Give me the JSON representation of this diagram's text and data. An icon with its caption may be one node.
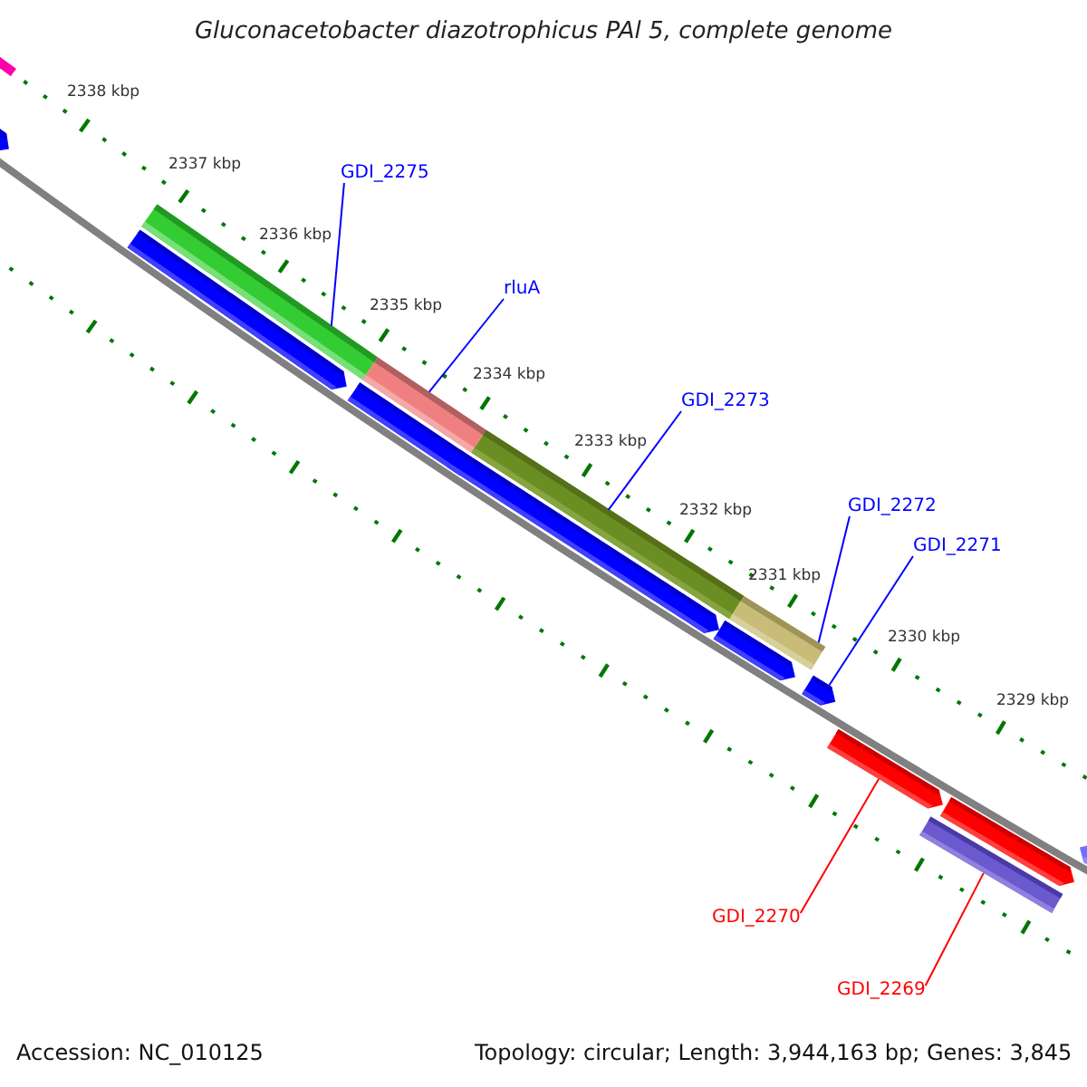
{
  "diagram": {
    "title": "Gluconacetobacter diazotrophicus PAl 5, complete genome",
    "nodes": [
      {
        "text": [
          "GDI_2275"
        ]
      },
      {
        "text": [
          "rluA"
        ]
      },
      {
        "text": [
          "GDI_2273"
        ]
      },
      {
        "text": [
          "GDI_2272"
        ]
      },
      {
        "text": [
          "GDI_2271"
        ]
      },
      {
        "text": [
          "GDI_2270"
        ]
      },
      {
        "text": [
          "GDI_2269"
        ]
      },
      {
        "text": [],
        "shape": "bar"
      },
      {
        "text": [],
        "shape": "bar"
      },
      {
        "text": [],
        "shape": "bar"
      },
      {
        "text": [],
        "shape": "bar"
      },
      {
        "text": [],
        "shape": "bar"
      },
      {
        "text": [],
        "shape": "bar"
      },
      {
        "text": [],
        "shape": "bar"
      }
    ],
    "edges": [
      {
        "from": 0,
        "to": 7,
        "arrow": "none"
      },
      {
        "from": 1,
        "to": 8,
        "arrow": "none"
      },
      {
        "from": 2,
        "to": 9,
        "arrow": "none"
      },
      {
        "from": 3,
        "to": 10,
        "arrow": "none"
      },
      {
        "from": 4,
        "to": 11,
        "arrow": "none"
      },
      {
        "from": 5,
        "to": 12,
        "arrow": "none",
        "color": "#ff0000"
      },
      {
        "from": 6,
        "to": 13,
        "arrow": "none",
        "color": "#ff0000"
      }
    ],
    "labels": [
      "2338 kbp",
      "2337 kbp",
      "2336 kbp",
      "2335 kbp",
      "2334 kbp",
      "2333 kbp",
      "2332 kbp",
      "2331 kbp",
      "2330 kbp",
      "2329 kbp",
      "Accession: NC_010125",
      "Topology: circular; Length: 3,944,163 bp; Genes: 3,845"
    ]
  }
}
